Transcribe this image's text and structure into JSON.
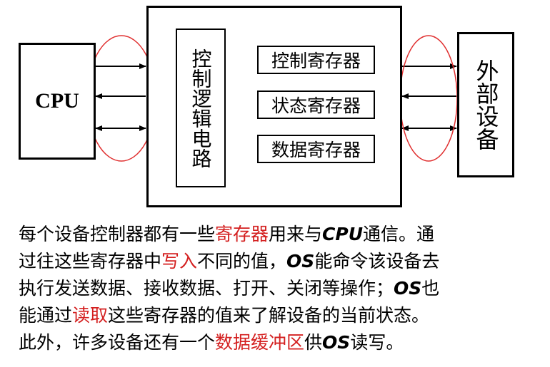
{
  "diagram": {
    "cpu_label": "CPU",
    "control_logic_label": "控制逻辑电路",
    "registers": [
      "控制寄存器",
      "状态寄存器",
      "数据寄存器"
    ],
    "external_device_label": "外部设备",
    "colors": {
      "ellipse": "#e03030",
      "highlight_text": "#d42020",
      "lines": "#000000"
    }
  },
  "description": {
    "l1_a": "每个设备控制器都有一些",
    "l1_red": "寄存器",
    "l1_b": "用来与",
    "l1_cpu": "CPU",
    "l1_c": "通信。通",
    "l2_a": "过往这些寄存器中",
    "l2_red": "写入",
    "l2_b": "不同的值，",
    "l2_os": "OS",
    "l2_c": "能命令该设备去",
    "l3_a": "执行发送数据、接收数据、打开、关闭等操作；",
    "l3_os": "OS",
    "l3_b": "也",
    "l4_a": "能通过",
    "l4_red": "读取",
    "l4_b": "这些寄存器的值来了解设备的当前状态。",
    "l5_a": "此外，许多设备还有一个",
    "l5_red": "数据缓冲区",
    "l5_b": "供",
    "l5_os": "OS",
    "l5_c": "读写。"
  }
}
